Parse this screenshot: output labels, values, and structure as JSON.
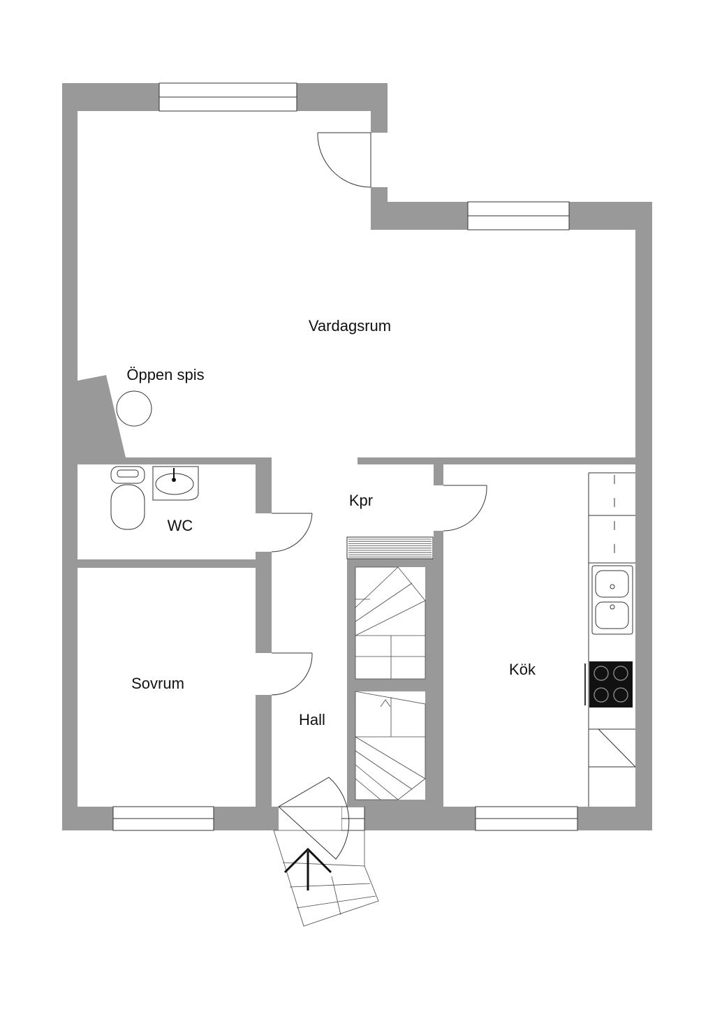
{
  "rooms": {
    "living_room": "Vardagsrum",
    "fireplace": "Öppen spis",
    "wc": "WC",
    "closet": "Kpr",
    "bedroom": "Sovrum",
    "kitchen": "Kök",
    "hall": "Hall"
  },
  "colors": {
    "wall": "#999999",
    "stove": "#111111",
    "background": "#ffffff"
  },
  "icons": {
    "entrance": "entrance-arrow-icon",
    "stairs": "staircase-icon",
    "toilet": "toilet-icon",
    "sink": "sink-icon",
    "kitchen_sink": "double-sink-icon",
    "stove": "stove-icon",
    "fireplace": "fireplace-icon"
  }
}
